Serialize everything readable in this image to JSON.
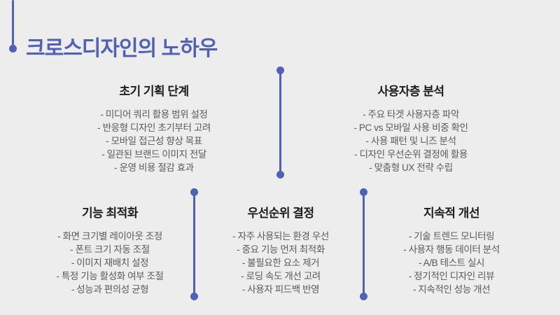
{
  "slide": {
    "title": "크로스디자인의 노하우",
    "background_color": "#ededee",
    "accent_color": "#5161b6",
    "header_text_color": "#1c1c1c",
    "item_text_color": "#595959"
  },
  "sections": [
    {
      "title": "초기 기획 단계",
      "items": [
        "- 미디어 쿼리 활용 범위 설정",
        "- 반응형 디자인 초기부터 고려",
        "- 모바일 접근성 향상 목표",
        "- 일관된 브랜드 이미지 전달",
        "- 운영 비용 절감 효과"
      ]
    },
    {
      "title": "사용자층 분석",
      "items": [
        "- 주요 타겟 사용자층 파악",
        "- PC vs 모바일 사용 비중 확인",
        "- 사용 패턴 및 니즈 분석",
        "- 디자인 우선순위 결정에 활용",
        "- 맞춤형 UX 전략 수립"
      ]
    },
    {
      "title": "기능 최적화",
      "items": [
        "- 화면 크기별 레이아웃 조정",
        "- 폰트 크기 자동 조절",
        "- 이미지 재배치 설정",
        "- 특정 기능 활성화 여부 조절",
        "- 성능과 편의성 균형"
      ]
    },
    {
      "title": "우선순위 결정",
      "items": [
        "- 자주 사용되는 환경 우선",
        "- 중요 기능 먼저 최적화",
        "- 불필요한 요소 제거",
        "- 로딩 속도 개선 고려",
        "- 사용자 피드백 반영"
      ]
    },
    {
      "title": "지속적 개선",
      "items": [
        "- 기술 트렌드 모니터링",
        "- 사용자 행동 데이터 분석",
        "- A/B 테스트 실시",
        "- 정기적인 디자인 리뷰",
        "- 지속적인 성능 개선"
      ]
    }
  ]
}
